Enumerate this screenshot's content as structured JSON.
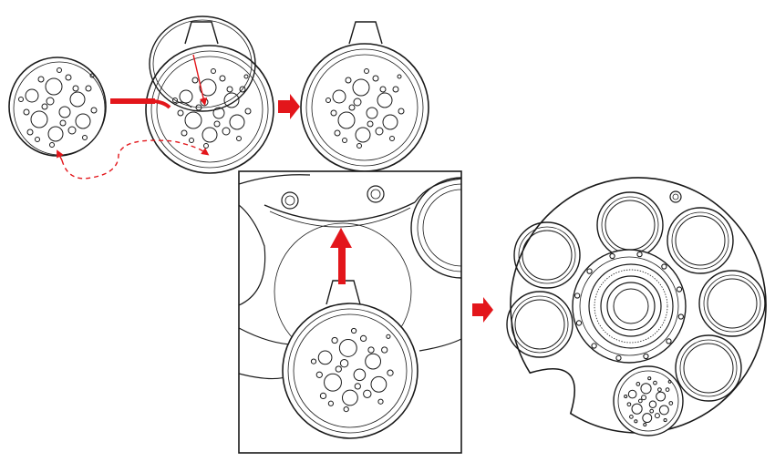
{
  "diagram": {
    "line_color": "#1a1a1a",
    "arrow_color": "#e3161b",
    "background": "#ffffff",
    "steps": [
      {
        "id": "loose-gobo",
        "kind": "gobo"
      },
      {
        "id": "gobo-holder-with-spring-ring",
        "kind": "holder"
      },
      {
        "id": "assembled-gobo",
        "kind": "holder"
      },
      {
        "id": "close-up-insert-into-wheel",
        "kind": "detail"
      },
      {
        "id": "gobo-wheel-installed",
        "kind": "wheel"
      }
    ],
    "arrows": [
      {
        "id": "arrow-step-1-to-3",
        "style": "solid"
      },
      {
        "id": "arrow-step-4-to-5",
        "style": "solid"
      },
      {
        "id": "arrow-insert-upward",
        "style": "solid"
      },
      {
        "id": "arrow-flip-gobo",
        "style": "dashed"
      },
      {
        "id": "arrow-spring-into-holder",
        "style": "thin"
      }
    ]
  }
}
